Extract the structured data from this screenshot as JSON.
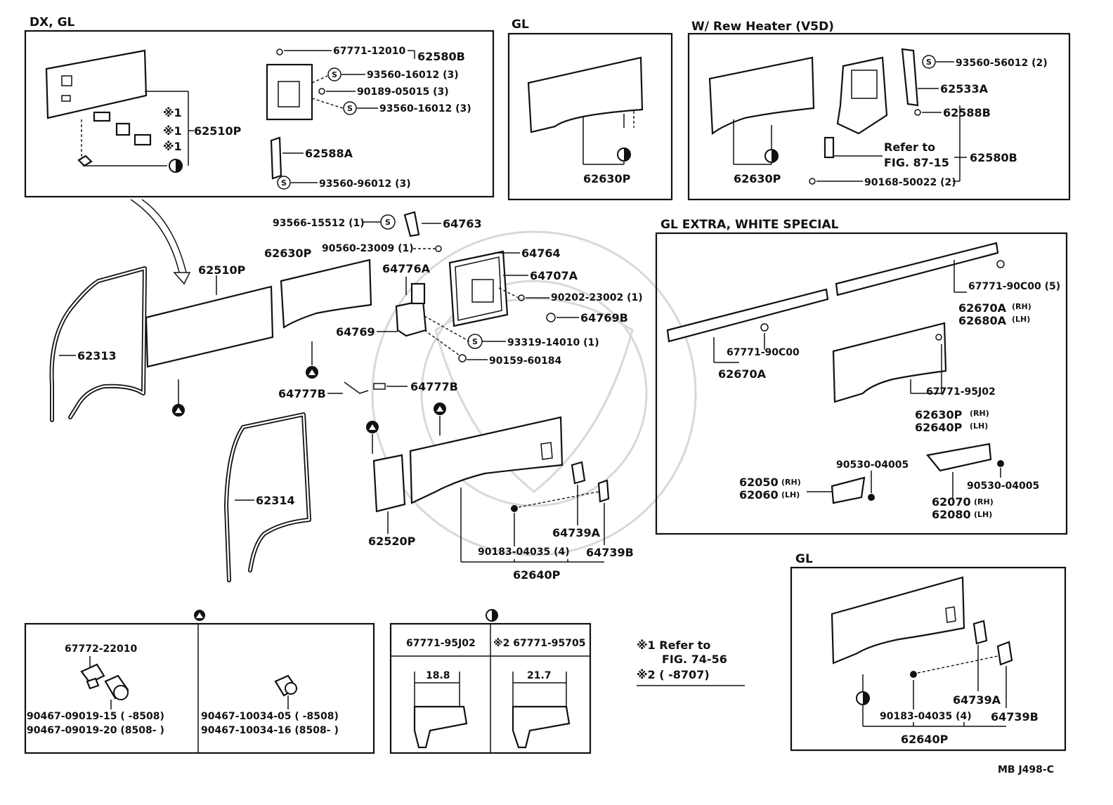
{
  "sections": {
    "dx_gl": "DX, GL",
    "gl_1": "GL",
    "rew_heater": "W/ Rew Heater (V5D)",
    "gl_extra": "GL  EXTRA, WHITE  SPECIAL",
    "gl_2": "GL"
  },
  "symbols": {
    "s_mark": "S",
    "asterisk1": "※1",
    "asterisk2": "※2"
  },
  "dx_gl_box": {
    "p_67771_12010": "67771-12010",
    "p_62580B": "62580B",
    "p_93560_16012_a": "93560-16012 (3)",
    "p_90189_05015": "90189-05015 (3)",
    "p_93560_16012_b": "93560-16012 (3)",
    "p_62510P": "62510P",
    "p_62588A": "62588A",
    "p_93560_96012": "93560-96012 (3)"
  },
  "gl_box_1": {
    "p_62630P": "62630P"
  },
  "heater_box": {
    "p_93560_56012": "93560-56012 (2)",
    "p_62533A": "62533A",
    "p_62588B": "62588B",
    "refer_1": "Refer to",
    "refer_2": "FIG. 87-15",
    "p_62580B": "62580B",
    "p_62630P": "62630P",
    "p_90168_50022": "90168-50022 (2)"
  },
  "main": {
    "p_93566_15512": "93566-15512 (1)",
    "p_64763": "64763",
    "p_62630P": "62630P",
    "p_90560_23009": "90560-23009 (1)",
    "p_64764": "64764",
    "p_62510P": "62510P",
    "p_64776A": "64776A",
    "p_64707A": "64707A",
    "p_90202_23002": "90202-23002 (1)",
    "p_64769B": "64769B",
    "p_64769": "64769",
    "p_93319_14010": "93319-14010 (1)",
    "p_90159_60184": "90159-60184",
    "p_62313": "62313",
    "p_64777B_a": "64777B",
    "p_64777B_b": "64777B",
    "p_62314": "62314",
    "p_62520P": "62520P",
    "p_64739A": "64739A",
    "p_64739B": "64739B",
    "p_90183_04035": "90183-04035 (4)",
    "p_62640P": "62640P"
  },
  "extra_box": {
    "p_67771_90C00_5": "67771-90C00 (5)",
    "p_62670A_rh": "62670A",
    "p_62680A_lh": "62680A",
    "rh": "(RH)",
    "lh": "(LH)",
    "p_67771_90C00": "67771-90C00",
    "p_62670A": "62670A",
    "p_67771_95J02": "67771-95J02",
    "p_62630P": "62630P",
    "p_62640P": "62640P",
    "p_90530_04005_a": "90530-04005",
    "p_62050": "62050",
    "p_62060": "62060",
    "p_90530_04005_b": "90530-04005",
    "p_62070": "62070",
    "p_62080": "62080"
  },
  "clip_box_a": {
    "p_67772_22010": "67772-22010",
    "p_90467_09019_15": "90467-09019-15 (          -8508)",
    "p_90467_09019_20": "90467-09019-20 (8508-          )",
    "p_90467_10034_05": "90467-10034-05 (          -8508)",
    "p_90467_10034_16": "90467-10034-16 (8508-          )"
  },
  "clip_box_b": {
    "col1": "67771-95J02",
    "col2": "※2 67771-95705",
    "dim1": "18.8",
    "dim2": "21.7"
  },
  "notes": {
    "n1_a": "※1 Refer to",
    "n1_b": "FIG. 74-56",
    "n2": "※2 (          -8707)"
  },
  "gl_box_2": {
    "p_64739A": "64739A",
    "p_90183_04035": "90183-04035 (4)",
    "p_64739B": "64739B",
    "p_62640P": "62640P"
  },
  "footer": {
    "ref": "MB  J498-C"
  }
}
